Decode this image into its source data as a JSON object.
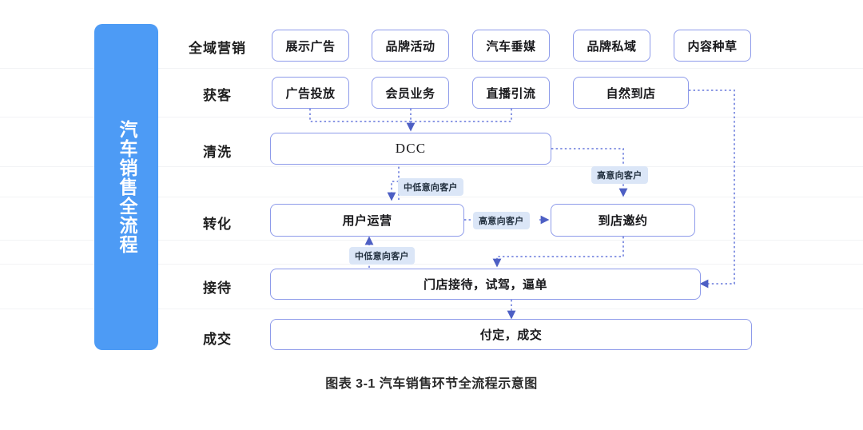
{
  "banner": {
    "text": "汽车销售全流程",
    "color": "#4d9bf5"
  },
  "stages": [
    {
      "label": "全域营销"
    },
    {
      "label": "获客"
    },
    {
      "label": "清洗"
    },
    {
      "label": "转化"
    },
    {
      "label": "接待"
    },
    {
      "label": "成交"
    }
  ],
  "nodes": {
    "marketing": [
      {
        "label": "展示广告"
      },
      {
        "label": "品牌活动"
      },
      {
        "label": "汽车垂媒"
      },
      {
        "label": "品牌私域"
      },
      {
        "label": "内容种草"
      }
    ],
    "acquisition": [
      {
        "label": "广告投放"
      },
      {
        "label": "会员业务"
      },
      {
        "label": "直播引流"
      },
      {
        "label": "自然到店"
      }
    ],
    "cleaning": {
      "label": "DCC"
    },
    "conversion": [
      {
        "label": "用户运营"
      },
      {
        "label": "到店邀约"
      }
    ],
    "reception": {
      "label": "门店接待，试驾，逼单"
    },
    "deal": {
      "label": "付定，成交"
    }
  },
  "edge_labels": {
    "dcc_to_user_ops": "中低意向客户",
    "dcc_to_invite": "高意向客户",
    "user_ops_to_invite": "高意向客户",
    "reception_to_user_ops": "中低意向客户"
  },
  "caption": "图表 3-1 汽车销售环节全流程示意图",
  "colors": {
    "box_border": "#8e9bea",
    "connector": "#7b8ae0",
    "edge_label_bg": "#dbe6f7",
    "banner_blue": "#4d9bf5",
    "background": "#ffffff"
  }
}
